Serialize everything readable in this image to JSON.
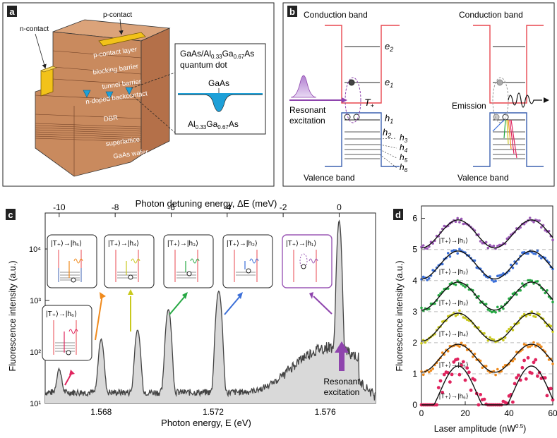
{
  "panel_labels": {
    "a": "a",
    "b": "b",
    "c": "c",
    "d": "d"
  },
  "panel_a": {
    "p_contact": "p-contact",
    "n_contact": "n-contact",
    "layers": [
      "p-contact layer",
      "blocking barrier",
      "tunnel barrier",
      "n-doped backcontact",
      "DBR",
      "superlattice",
      "GaAs wafer"
    ],
    "dot_title_1": "GaAs/Al",
    "dot_title_sub1": "0.33",
    "dot_title_2": "Ga",
    "dot_title_sub2": "0.67",
    "dot_title_3": "As",
    "dot_title_line2": "quantum dot",
    "gaas": "GaAs",
    "algaas_1": "Al",
    "algaas_sub1": "0.33",
    "algaas_2": "Ga",
    "algaas_sub2": "0.67",
    "algaas_3": "As"
  },
  "panel_b": {
    "conduction_band": "Conduction band",
    "valence_band": "Valence band",
    "e2": "e",
    "e2_sub": "2",
    "e1": "e",
    "e1_sub": "1",
    "trion": "T",
    "trion_sub": "+",
    "h1": "h",
    "h1_sub": "1",
    "h2": "h",
    "h2_sub": "2",
    "h3": "h",
    "h3_sub": "3",
    "h4": "h",
    "h4_sub": "4",
    "h5": "h",
    "h5_sub": "5",
    "h6": "h",
    "h6_sub": "6",
    "resonant": "Resonant",
    "excitation": "excitation",
    "emission": "Emission"
  },
  "panel_c": {
    "top_axis_label": "Photon detuning  energy, ΔE (meV)",
    "top_ticks": [
      "-10",
      "-8",
      "-6",
      "-4",
      "-2",
      "0"
    ],
    "bottom_axis_label": "Photon energy, E (eV)",
    "bottom_ticks": [
      "1.568",
      "1.572",
      "1.576"
    ],
    "y_axis_label": "Fluorescence intensity (a.u.)",
    "y_ticks": [
      "10¹",
      "10²",
      "10³",
      "10⁴"
    ],
    "inset_labels": [
      "|T₊⟩→|h₅⟩",
      "|T₊⟩→|h₄⟩",
      "|T₊⟩→|h₃⟩",
      "|T₊⟩→|h₂⟩",
      "|T₊⟩→|h₁⟩",
      "|T₊⟩→|h₆⟩"
    ],
    "resonant_1": "Resonant",
    "resonant_2": "excitation"
  },
  "chart_data": [
    {
      "type": "line",
      "xlabel": "Photon energy, E (eV)",
      "ylabel": "Fluorescence intensity (a.u.)",
      "log_y": true,
      "ylim": [
        10,
        50000
      ],
      "xlim": [
        1.566,
        1.5778
      ],
      "peaks": [
        {
          "x": 1.5665,
          "y": 30,
          "transition": "h6"
        },
        {
          "x": 1.568,
          "y": 160,
          "transition": "h5"
        },
        {
          "x": 1.5693,
          "y": 250,
          "transition": "h4"
        },
        {
          "x": 1.5704,
          "y": 650,
          "transition": "h3"
        },
        {
          "x": 1.5722,
          "y": 1500,
          "transition": "h2"
        },
        {
          "x": 1.5765,
          "y": 35000,
          "transition": "h1"
        }
      ]
    },
    {
      "type": "scatter",
      "xlabel": "Laser amplitude (nW^0.5)",
      "ylabel": "Fluorescence intensity (a.u.)",
      "xlim": [
        0,
        60
      ],
      "ylim": [
        0,
        6.4
      ],
      "x_ticks": [
        "0",
        "20",
        "40",
        "60"
      ],
      "y_ticks": [
        "0",
        "1",
        "2",
        "3",
        "4",
        "5",
        "6"
      ],
      "series": [
        {
          "name": "|T₊⟩→|h₁⟩",
          "offset": 5,
          "color": "#9b59b6"
        },
        {
          "name": "|T₊⟩→|h₂⟩",
          "offset": 4,
          "color": "#3b6fd8"
        },
        {
          "name": "|T₊⟩→|h₃⟩",
          "offset": 3,
          "color": "#27a844"
        },
        {
          "name": "|T₊⟩→|h₄⟩",
          "offset": 2,
          "color": "#c9c91e"
        },
        {
          "name": "|T₊⟩→|h₅⟩",
          "offset": 1,
          "color": "#f08a1c"
        },
        {
          "name": "|T₊⟩→|h₆⟩",
          "offset": 0,
          "color": "#e0245e"
        }
      ]
    }
  ],
  "panel_d_x_label": "Laser amplitude (nW",
  "panel_d_x_sup": "0.5",
  "panel_d_x_end": ")",
  "panel_d_y_label": "Fluorescence intensity (a.u.)",
  "colors": {
    "conduction": "#e8474f",
    "valence": "#3d62b0",
    "layer": "#c98a5e",
    "contact": "#f2c21a",
    "qd": "#1ea0d8"
  }
}
